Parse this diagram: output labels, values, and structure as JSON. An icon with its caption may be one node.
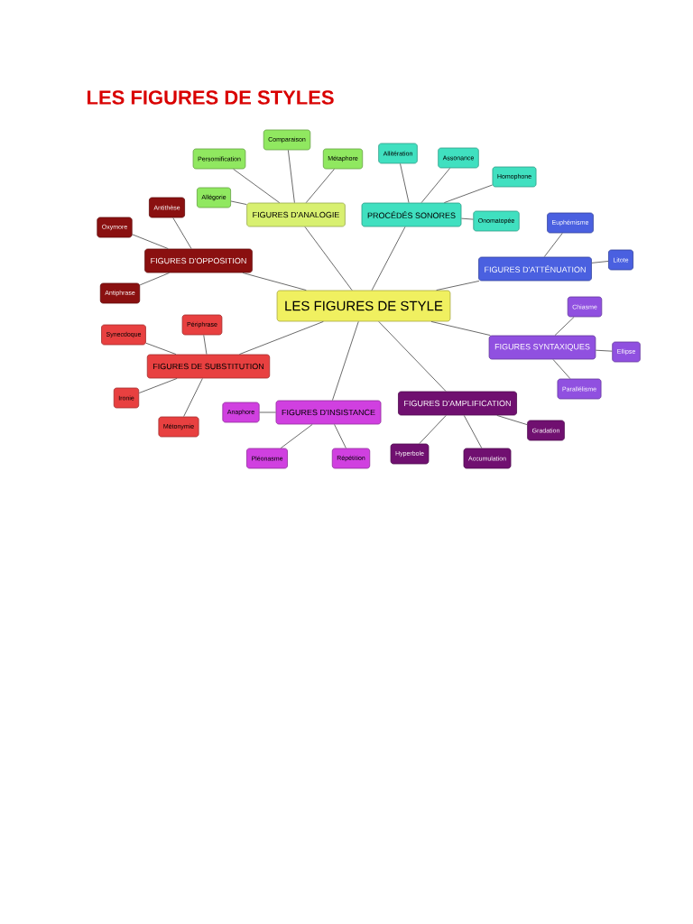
{
  "diagram": {
    "title": "LES FIGURES DE STYLES",
    "nodes": [
      {
        "text": [
          "LES FIGURES DE STYLE"
        ]
      },
      {
        "text": [
          "FIGURES D'ANALOGIE"
        ]
      },
      {
        "text": [
          "Persomification"
        ]
      },
      {
        "text": [
          "Comparaison"
        ]
      },
      {
        "text": [
          "Métaphore"
        ]
      },
      {
        "text": [
          "Allégorie"
        ]
      },
      {
        "text": [
          "PROCÉDÉS SONORES"
        ]
      },
      {
        "text": [
          "Allitération"
        ]
      },
      {
        "text": [
          "Assonance"
        ]
      },
      {
        "text": [
          "Homophone"
        ]
      },
      {
        "text": [
          "Onomatopée"
        ]
      },
      {
        "text": [
          "FIGURES D'ATTÉNUATION"
        ]
      },
      {
        "text": [
          "Euphémisme"
        ]
      },
      {
        "text": [
          "Litote"
        ]
      },
      {
        "text": [
          "FIGURES D'OPPOSITION"
        ]
      },
      {
        "text": [
          "Antithèse"
        ]
      },
      {
        "text": [
          "Oxymore"
        ]
      },
      {
        "text": [
          "Antiphrase"
        ]
      },
      {
        "text": [
          "FIGURES SYNTAXIQUES"
        ]
      },
      {
        "text": [
          "Chiasme"
        ]
      },
      {
        "text": [
          "Ellipse"
        ]
      },
      {
        "text": [
          "Parallélisme"
        ]
      },
      {
        "text": [
          "FIGURES DE SUBSTITUTION"
        ]
      },
      {
        "text": [
          "Périphrase"
        ]
      },
      {
        "text": [
          "Synecdoque"
        ]
      },
      {
        "text": [
          "Ironie"
        ]
      },
      {
        "text": [
          "Métonymie"
        ]
      },
      {
        "text": [
          "FIGURES D'INSISTANCE"
        ]
      },
      {
        "text": [
          "Anaphore"
        ]
      },
      {
        "text": [
          "Pléonasme"
        ]
      },
      {
        "text": [
          "Répétition"
        ]
      },
      {
        "text": [
          "FIGURES D'AMPLIFICATION"
        ]
      },
      {
        "text": [
          "Gradation"
        ]
      },
      {
        "text": [
          "Hyperbole"
        ]
      },
      {
        "text": [
          "Accumulation"
        ]
      }
    ],
    "edges": [
      {
        "from": 0,
        "to": 1,
        "arrow": "none"
      },
      {
        "from": 1,
        "to": 2,
        "arrow": "none"
      },
      {
        "from": 1,
        "to": 3,
        "arrow": "none"
      },
      {
        "from": 1,
        "to": 4,
        "arrow": "none"
      },
      {
        "from": 1,
        "to": 5,
        "arrow": "none"
      },
      {
        "from": 0,
        "to": 6,
        "arrow": "none"
      },
      {
        "from": 6,
        "to": 7,
        "arrow": "none"
      },
      {
        "from": 6,
        "to": 8,
        "arrow": "none"
      },
      {
        "from": 6,
        "to": 9,
        "arrow": "none"
      },
      {
        "from": 6,
        "to": 10,
        "arrow": "none"
      },
      {
        "from": 0,
        "to": 11,
        "arrow": "none"
      },
      {
        "from": 11,
        "to": 12,
        "arrow": "none"
      },
      {
        "from": 11,
        "to": 13,
        "arrow": "none"
      },
      {
        "from": 0,
        "to": 14,
        "arrow": "none"
      },
      {
        "from": 14,
        "to": 15,
        "arrow": "none"
      },
      {
        "from": 14,
        "to": 16,
        "arrow": "none"
      },
      {
        "from": 14,
        "to": 17,
        "arrow": "none"
      },
      {
        "from": 0,
        "to": 18,
        "arrow": "none"
      },
      {
        "from": 18,
        "to": 19,
        "arrow": "none"
      },
      {
        "from": 18,
        "to": 20,
        "arrow": "none"
      },
      {
        "from": 18,
        "to": 21,
        "arrow": "none"
      },
      {
        "from": 0,
        "to": 22,
        "arrow": "none"
      },
      {
        "from": 22,
        "to": 23,
        "arrow": "none"
      },
      {
        "from": 22,
        "to": 24,
        "arrow": "none"
      },
      {
        "from": 22,
        "to": 25,
        "arrow": "none"
      },
      {
        "from": 22,
        "to": 26,
        "arrow": "none"
      },
      {
        "from": 0,
        "to": 27,
        "arrow": "none"
      },
      {
        "from": 27,
        "to": 28,
        "arrow": "none"
      },
      {
        "from": 27,
        "to": 29,
        "arrow": "none"
      },
      {
        "from": 27,
        "to": 30,
        "arrow": "none"
      },
      {
        "from": 0,
        "to": 31,
        "arrow": "none"
      },
      {
        "from": 31,
        "to": 32,
        "arrow": "none"
      },
      {
        "from": 31,
        "to": 33,
        "arrow": "none"
      },
      {
        "from": 31,
        "to": 34,
        "arrow": "none"
      }
    ]
  }
}
